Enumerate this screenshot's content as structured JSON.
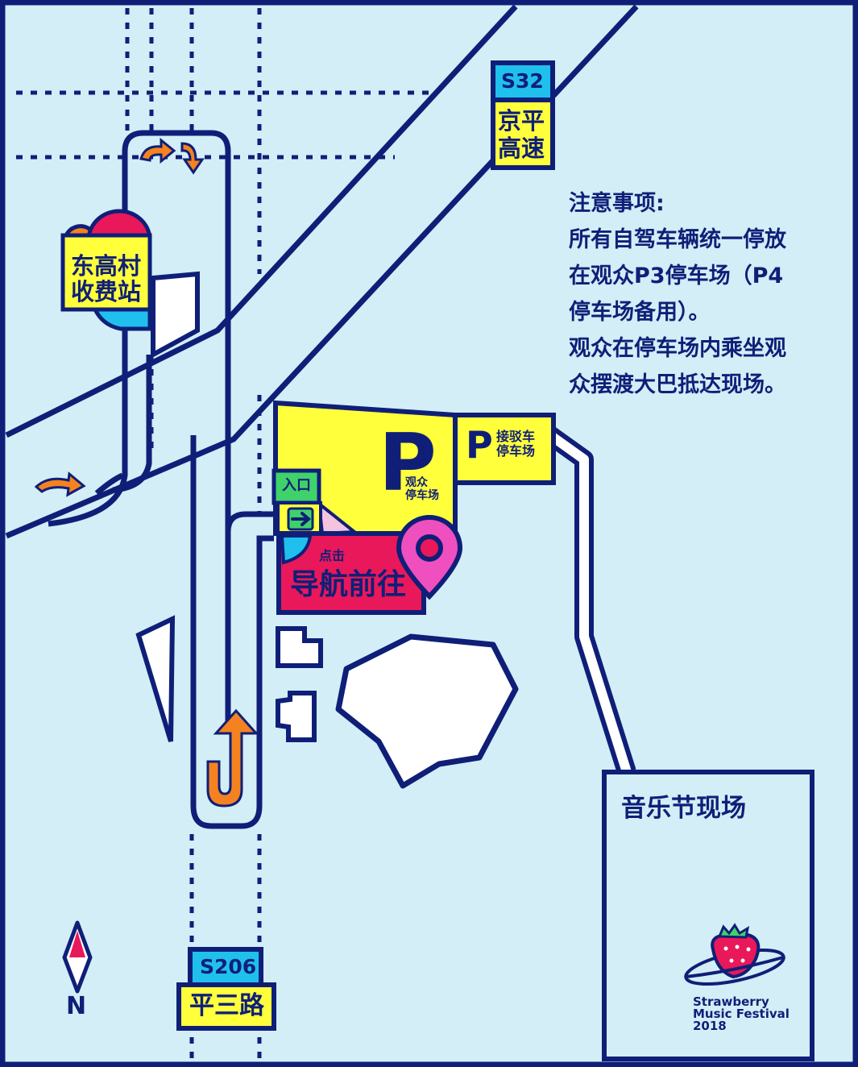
{
  "highways": {
    "s32": {
      "code": "S32",
      "name_line1": "京平",
      "name_line2": "高速"
    },
    "s206": {
      "code": "S206",
      "name": "平三路"
    }
  },
  "toll_station": {
    "line1": "东高村",
    "line2": "收费站"
  },
  "parking": {
    "audience": {
      "symbol": "P",
      "line1": "观众",
      "line2": "停车场"
    },
    "shuttle": {
      "symbol": "P",
      "line1": "接驳车",
      "line2": "停车场"
    },
    "entrance": "入口"
  },
  "navigate": {
    "hint": "点击",
    "action": "导航前往"
  },
  "notice": {
    "title": "注意事项:",
    "lines": [
      "所有自驾车辆统一停放",
      "在观众P3停车场（P4",
      "停车场备用）。",
      "观众在停车场内乘坐观",
      "众摆渡大巴抵达现场。"
    ]
  },
  "venue": {
    "name": "音乐节现场"
  },
  "logo": {
    "line1": "Strawberry",
    "line2": "Music Festival",
    "line3": "2018"
  },
  "compass": {
    "north": "N"
  },
  "colors": {
    "background": "#d3eef6",
    "navy": "#0f1f78",
    "yellow": "#ffff3c",
    "pink": "#e8185a",
    "cyan": "#1fc0ee",
    "orange": "#f58220",
    "green": "#3fd26a",
    "magenta": "#ef4fbf"
  }
}
